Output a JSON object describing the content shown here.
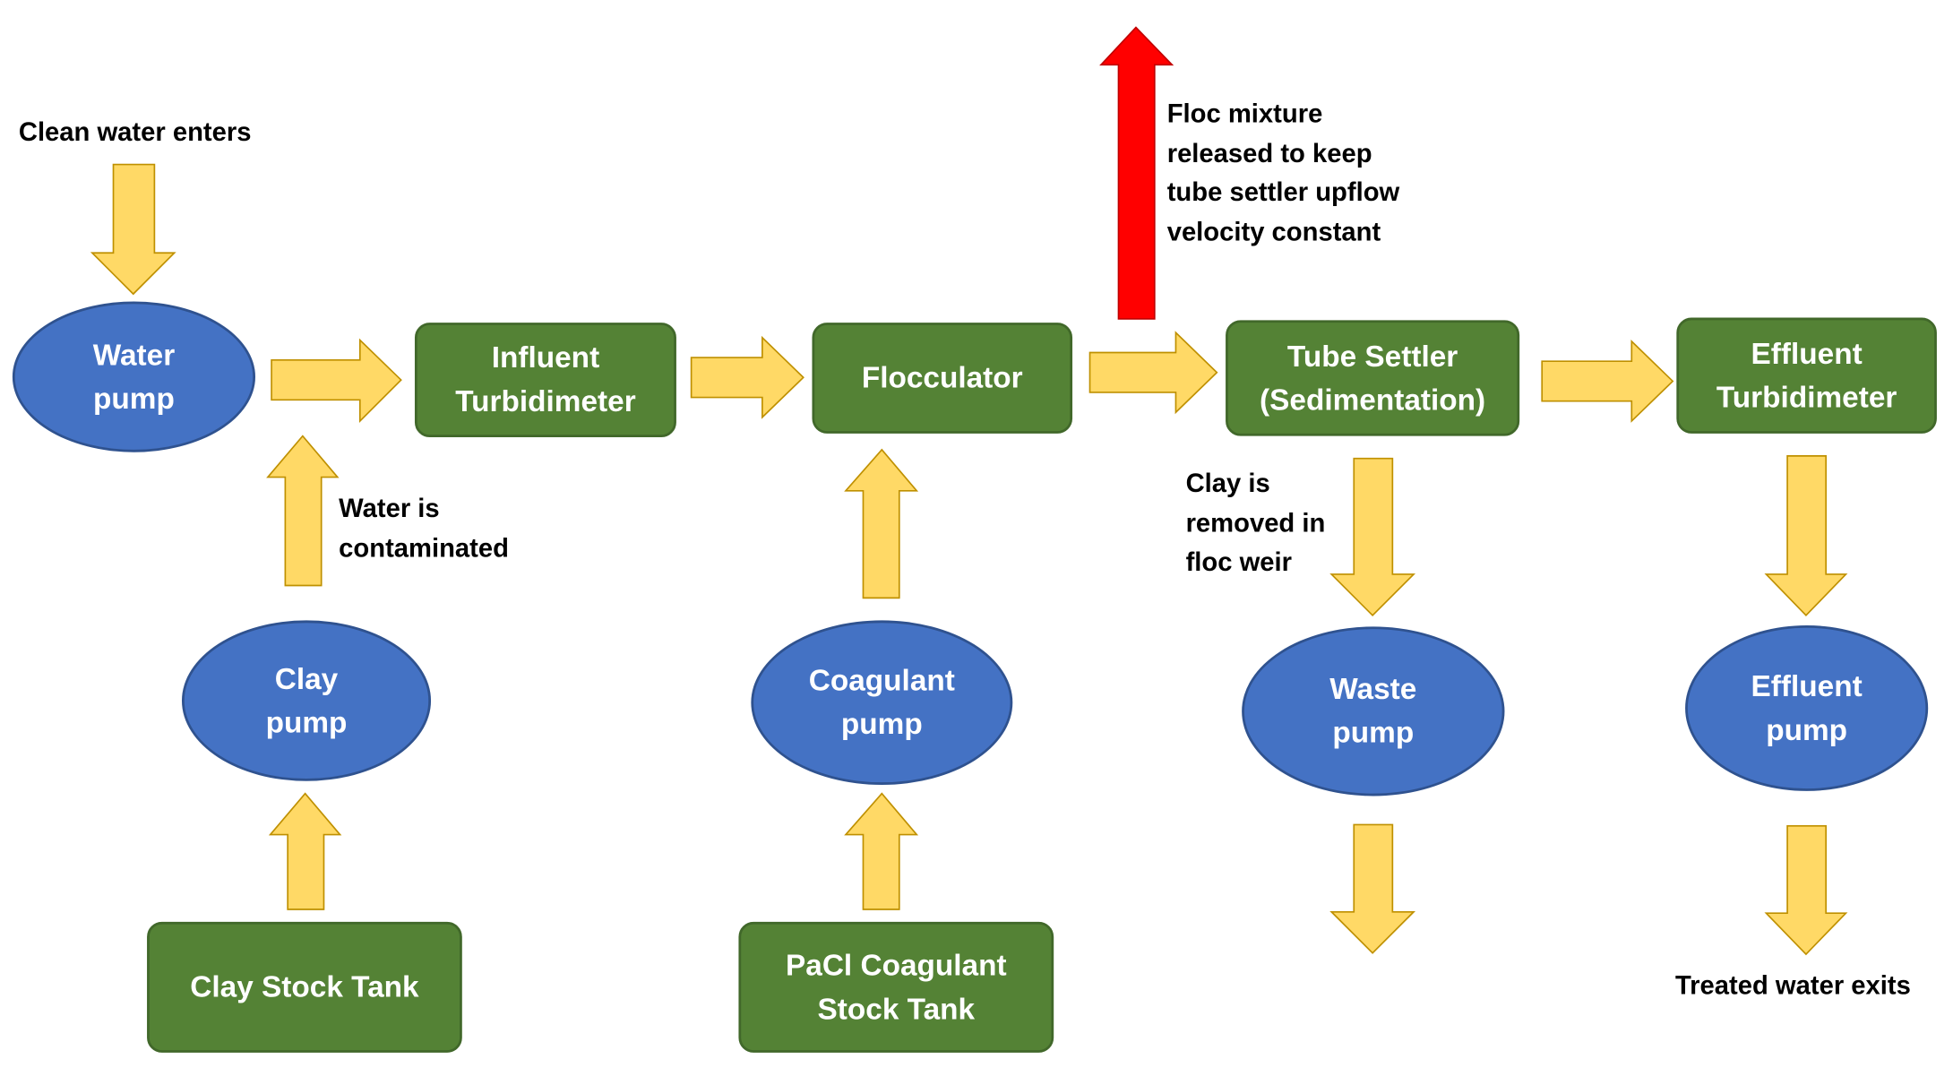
{
  "colors": {
    "process_box": "#548235",
    "pump": "#4472c4",
    "flow_arrow": "#ffd966",
    "flow_arrow_stroke": "#bf9000",
    "overflow_arrow": "#ff0000",
    "overflow_arrow_stroke": "#c00000"
  },
  "nodes": {
    "water_pump": "Water\npump",
    "influent_turbidimeter": "Influent\nTurbidimeter",
    "flocculator": "Flocculator",
    "tube_settler": "Tube Settler\n(Sedimentation)",
    "effluent_turbidimeter": "Effluent\nTurbidimeter",
    "clay_pump": "Clay\npump",
    "coagulant_pump": "Coagulant\npump",
    "waste_pump": "Waste\npump",
    "effluent_pump": "Effluent\npump",
    "clay_stock_tank": "Clay Stock Tank",
    "pacl_stock_tank": "PaCl Coagulant\nStock Tank"
  },
  "labels": {
    "clean_water_enters": "Clean water enters",
    "water_contaminated": "Water is\ncontaminated",
    "floc_mixture_released": "Floc mixture\nreleased to keep\ntube settler upflow\nvelocity constant",
    "clay_removed": "Clay is\nremoved in\nfloc weir",
    "treated_water_exits": "Treated water exits"
  }
}
